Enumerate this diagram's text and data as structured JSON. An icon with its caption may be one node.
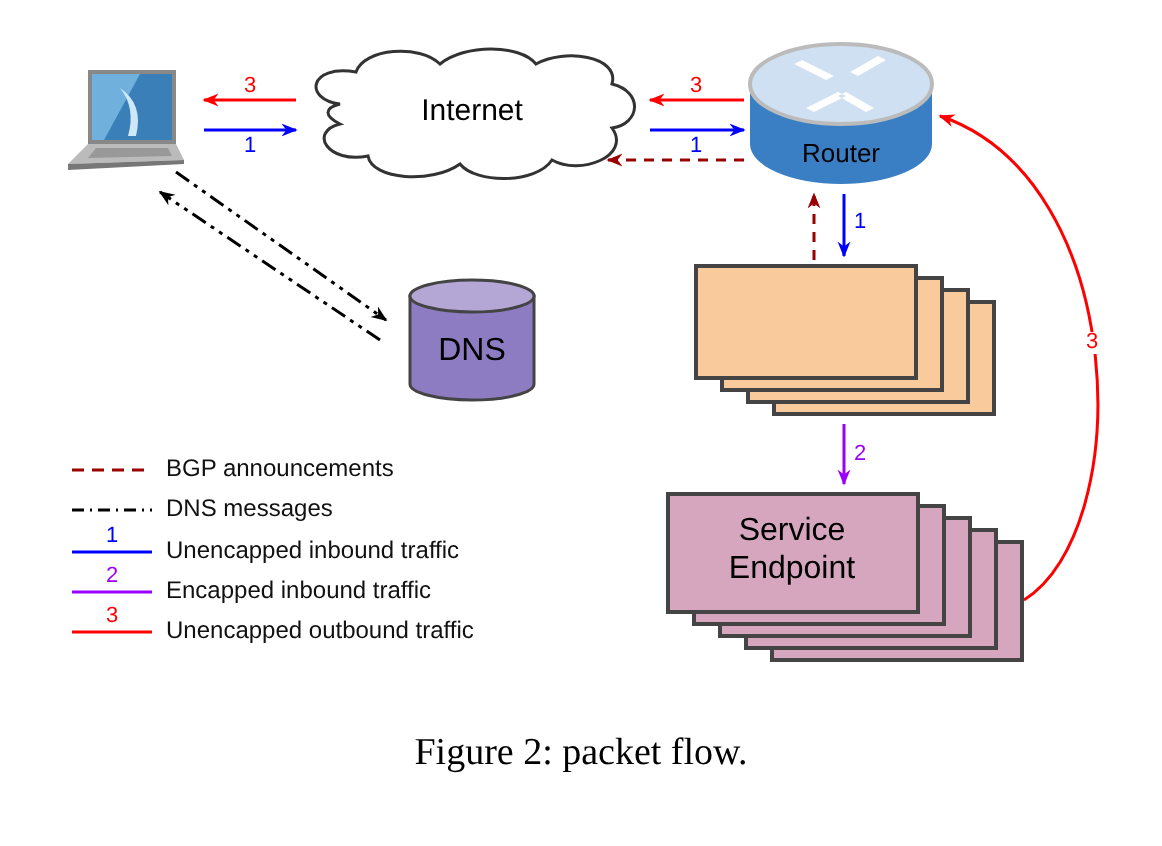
{
  "diagram": {
    "caption": "Figure 2: packet flow.",
    "nodes": [
      {
        "text": [],
        "shape": "picture"
      },
      {
        "text": [
          "Internet"
        ]
      },
      {
        "text": [
          "Router"
        ]
      },
      {
        "text": [
          "DNS"
        ]
      },
      {
        "text": [],
        "shape": "box"
      },
      {
        "text": [
          "Service Endpoint"
        ]
      }
    ],
    "edges": [
      {
        "from": 1,
        "to": 0,
        "arrow": "to",
        "label": "3",
        "color": "#ff0000"
      },
      {
        "from": 0,
        "to": 1,
        "arrow": "to",
        "label": "1",
        "color": "#0000ff"
      },
      {
        "from": 2,
        "to": 1,
        "arrow": "to",
        "label": "3",
        "color": "#ff0000"
      },
      {
        "from": 1,
        "to": 2,
        "arrow": "to",
        "label": "1",
        "color": "#0000ff"
      },
      {
        "from": 2,
        "to": 1,
        "arrow": "to",
        "style": "dashed",
        "color": "#990000"
      },
      {
        "from": 0,
        "to": 3,
        "arrow": "to",
        "style": "dashed",
        "color": "#000000"
      },
      {
        "from": 3,
        "to": 0,
        "arrow": "to",
        "style": "dashed",
        "color": "#000000"
      },
      {
        "from": 4,
        "to": 2,
        "arrow": "to",
        "style": "dashed",
        "color": "#990000"
      },
      {
        "from": 2,
        "to": 4,
        "arrow": "to",
        "label": "1",
        "color": "#0000ff"
      },
      {
        "from": 4,
        "to": 5,
        "arrow": "to",
        "label": "2",
        "color": "#9900ff"
      },
      {
        "from": 5,
        "to": 2,
        "arrow": "to",
        "label": "3",
        "color": "#ff0000"
      }
    ],
    "labels": [
      "1",
      "2",
      "3"
    ],
    "legend": [
      {
        "text": "BGP announcements"
      },
      {
        "text": "DNS messages"
      },
      {
        "text": "Unencapped inbound traffic"
      },
      {
        "text": "Encapped inbound traffic"
      },
      {
        "text": "Unencapped outbound traffic"
      }
    ]
  }
}
